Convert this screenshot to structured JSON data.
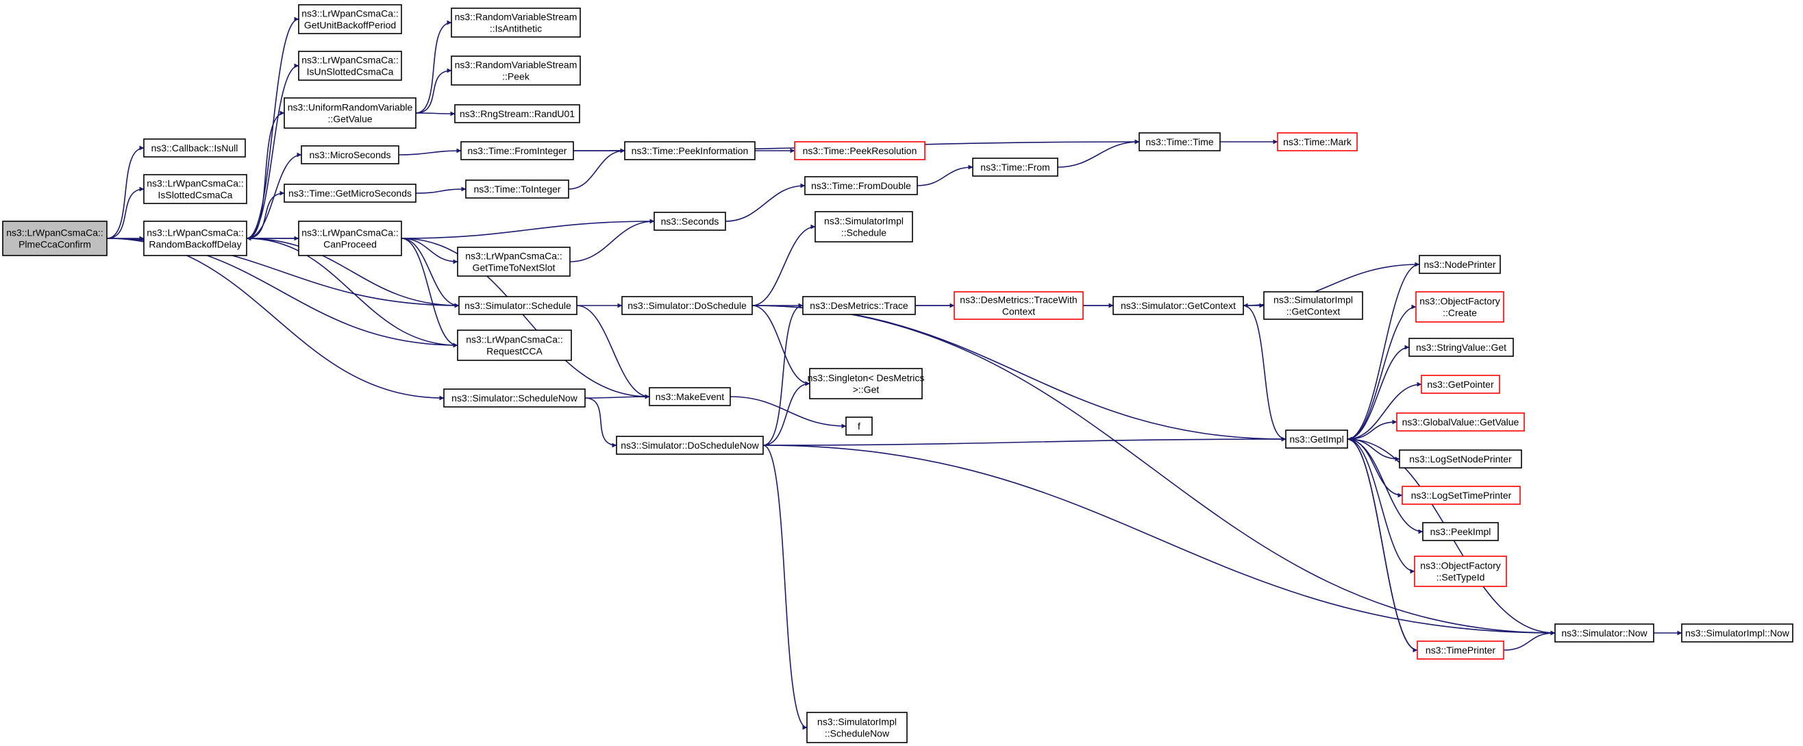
{
  "colors": {
    "edge": "#191970",
    "box_black": "#000000",
    "box_red": "#ff0000",
    "root_fill": "#bfbfbf",
    "node_fill": "#ffffff"
  },
  "nodes": [
    {
      "id": "root",
      "lines": [
        "ns3::LrWpanCsmaCa::",
        "PlmeCcaConfirm"
      ],
      "style": "root"
    },
    {
      "id": "isnull",
      "lines": [
        "ns3::Callback::IsNull"
      ],
      "style": "black"
    },
    {
      "id": "isslotted",
      "lines": [
        "ns3::LrWpanCsmaCa::",
        "IsSlottedCsmaCa"
      ],
      "style": "black"
    },
    {
      "id": "rbd",
      "lines": [
        "ns3::LrWpanCsmaCa::",
        "RandomBackoffDelay"
      ],
      "style": "black"
    },
    {
      "id": "unitbackoff",
      "lines": [
        "ns3::LrWpanCsmaCa::",
        "GetUnitBackoffPeriod"
      ],
      "style": "black"
    },
    {
      "id": "isunslotted",
      "lines": [
        "ns3::LrWpanCsmaCa::",
        "IsUnSlottedCsmaCa"
      ],
      "style": "black"
    },
    {
      "id": "urv",
      "lines": [
        "ns3::UniformRandomVariable",
        "::GetValue"
      ],
      "style": "black"
    },
    {
      "id": "microsec",
      "lines": [
        "ns3::MicroSeconds"
      ],
      "style": "black"
    },
    {
      "id": "getmicro",
      "lines": [
        "ns3::Time::GetMicroSeconds"
      ],
      "style": "black"
    },
    {
      "id": "canproceed",
      "lines": [
        "ns3::LrWpanCsmaCa::",
        "CanProceed"
      ],
      "style": "black"
    },
    {
      "id": "isanti",
      "lines": [
        "ns3::RandomVariableStream",
        "::IsAntithetic"
      ],
      "style": "black"
    },
    {
      "id": "peek",
      "lines": [
        "ns3::RandomVariableStream",
        "::Peek"
      ],
      "style": "black"
    },
    {
      "id": "randu01",
      "lines": [
        "ns3::RngStream::RandU01"
      ],
      "style": "black"
    },
    {
      "id": "fromint",
      "lines": [
        "ns3::Time::FromInteger"
      ],
      "style": "black"
    },
    {
      "id": "toint",
      "lines": [
        "ns3::Time::ToInteger"
      ],
      "style": "black"
    },
    {
      "id": "peekinfo",
      "lines": [
        "ns3::Time::PeekInformation"
      ],
      "style": "black"
    },
    {
      "id": "peekres",
      "lines": [
        "ns3::Time::PeekResolution"
      ],
      "style": "red"
    },
    {
      "id": "timetime",
      "lines": [
        "ns3::Time::Time"
      ],
      "style": "black"
    },
    {
      "id": "timemark",
      "lines": [
        "ns3::Time::Mark"
      ],
      "style": "red"
    },
    {
      "id": "timefrom",
      "lines": [
        "ns3::Time::From"
      ],
      "style": "black"
    },
    {
      "id": "fromdouble",
      "lines": [
        "ns3::Time::FromDouble"
      ],
      "style": "black"
    },
    {
      "id": "seconds",
      "lines": [
        "ns3::Seconds"
      ],
      "style": "black"
    },
    {
      "id": "nextslot",
      "lines": [
        "ns3::LrWpanCsmaCa::",
        "GetTimeToNextSlot"
      ],
      "style": "black"
    },
    {
      "id": "schedule",
      "lines": [
        "ns3::Simulator::Schedule"
      ],
      "style": "black"
    },
    {
      "id": "requestcca",
      "lines": [
        "ns3::LrWpanCsmaCa::",
        "RequestCCA"
      ],
      "style": "black"
    },
    {
      "id": "schednow",
      "lines": [
        "ns3::Simulator::ScheduleNow"
      ],
      "style": "black"
    },
    {
      "id": "simimplsched",
      "lines": [
        "ns3::SimulatorImpl",
        "::Schedule"
      ],
      "style": "black"
    },
    {
      "id": "dosched",
      "lines": [
        "ns3::Simulator::DoSchedule"
      ],
      "style": "black"
    },
    {
      "id": "makeevent",
      "lines": [
        "ns3::MakeEvent"
      ],
      "style": "black"
    },
    {
      "id": "doschednow",
      "lines": [
        "ns3::Simulator::DoScheduleNow"
      ],
      "style": "black"
    },
    {
      "id": "dmtrace",
      "lines": [
        "ns3::DesMetrics::Trace"
      ],
      "style": "black"
    },
    {
      "id": "singleton",
      "lines": [
        "ns3::Singleton< DesMetrics",
        ">::Get"
      ],
      "style": "black"
    },
    {
      "id": "ff",
      "lines": [
        "f"
      ],
      "style": "black"
    },
    {
      "id": "tracewctx",
      "lines": [
        "ns3::DesMetrics::TraceWith",
        "Context"
      ],
      "style": "red"
    },
    {
      "id": "getctx",
      "lines": [
        "ns3::Simulator::GetContext"
      ],
      "style": "black"
    },
    {
      "id": "simimplctx",
      "lines": [
        "ns3::SimulatorImpl",
        "::GetContext"
      ],
      "style": "black"
    },
    {
      "id": "getimpl",
      "lines": [
        "ns3::GetImpl"
      ],
      "style": "black"
    },
    {
      "id": "nodeprinter",
      "lines": [
        "ns3::NodePrinter"
      ],
      "style": "black"
    },
    {
      "id": "ofcreate",
      "lines": [
        "ns3::ObjectFactory",
        "::Create"
      ],
      "style": "red"
    },
    {
      "id": "strget",
      "lines": [
        "ns3::StringValue::Get"
      ],
      "style": "black"
    },
    {
      "id": "getpointer",
      "lines": [
        "ns3::GetPointer"
      ],
      "style": "red"
    },
    {
      "id": "gvgetvalue",
      "lines": [
        "ns3::GlobalValue::GetValue"
      ],
      "style": "red"
    },
    {
      "id": "lognode",
      "lines": [
        "ns3::LogSetNodePrinter"
      ],
      "style": "black"
    },
    {
      "id": "logtime",
      "lines": [
        "ns3::LogSetTimePrinter"
      ],
      "style": "red"
    },
    {
      "id": "peekimpl",
      "lines": [
        "ns3::PeekImpl"
      ],
      "style": "black"
    },
    {
      "id": "oftypeid",
      "lines": [
        "ns3::ObjectFactory",
        "::SetTypeId"
      ],
      "style": "red"
    },
    {
      "id": "timeprinter",
      "lines": [
        "ns3::TimePrinter"
      ],
      "style": "red"
    },
    {
      "id": "simnow",
      "lines": [
        "ns3::Simulator::Now"
      ],
      "style": "black"
    },
    {
      "id": "simimplnow",
      "lines": [
        "ns3::SimulatorImpl::Now"
      ],
      "style": "black"
    },
    {
      "id": "simimplschednow",
      "lines": [
        "ns3::SimulatorImpl",
        "::ScheduleNow"
      ],
      "style": "black"
    }
  ],
  "edges": [
    [
      "root",
      "isnull"
    ],
    [
      "root",
      "isslotted"
    ],
    [
      "root",
      "rbd"
    ],
    [
      "root",
      "schedule"
    ],
    [
      "root",
      "requestcca"
    ],
    [
      "root",
      "schednow"
    ],
    [
      "rbd",
      "unitbackoff"
    ],
    [
      "rbd",
      "isunslotted"
    ],
    [
      "rbd",
      "urv"
    ],
    [
      "rbd",
      "microsec"
    ],
    [
      "rbd",
      "getmicro"
    ],
    [
      "rbd",
      "canproceed"
    ],
    [
      "rbd",
      "schedule"
    ],
    [
      "rbd",
      "requestcca"
    ],
    [
      "canproceed",
      "rbd"
    ],
    [
      "canproceed",
      "seconds"
    ],
    [
      "canproceed",
      "nextslot"
    ],
    [
      "canproceed",
      "schedule"
    ],
    [
      "canproceed",
      "requestcca"
    ],
    [
      "canproceed",
      "makeevent"
    ],
    [
      "urv",
      "isanti"
    ],
    [
      "urv",
      "peek"
    ],
    [
      "urv",
      "randu01"
    ],
    [
      "microsec",
      "fromint"
    ],
    [
      "getmicro",
      "toint"
    ],
    [
      "fromint",
      "peekinfo"
    ],
    [
      "fromint",
      "timetime"
    ],
    [
      "toint",
      "peekinfo"
    ],
    [
      "peekinfo",
      "peekres"
    ],
    [
      "timetime",
      "timemark"
    ],
    [
      "timefrom",
      "timetime"
    ],
    [
      "fromdouble",
      "timefrom"
    ],
    [
      "seconds",
      "fromdouble"
    ],
    [
      "nextslot",
      "seconds"
    ],
    [
      "schedule",
      "dosched"
    ],
    [
      "schedule",
      "makeevent"
    ],
    [
      "schednow",
      "makeevent"
    ],
    [
      "schednow",
      "doschednow"
    ],
    [
      "dosched",
      "simimplsched"
    ],
    [
      "dosched",
      "dmtrace"
    ],
    [
      "dosched",
      "singleton"
    ],
    [
      "dosched",
      "getimpl"
    ],
    [
      "dosched",
      "simnow"
    ],
    [
      "makeevent",
      "ff"
    ],
    [
      "doschednow",
      "dmtrace"
    ],
    [
      "doschednow",
      "singleton"
    ],
    [
      "doschednow",
      "getimpl"
    ],
    [
      "doschednow",
      "simimplschednow"
    ],
    [
      "doschednow",
      "simnow"
    ],
    [
      "dmtrace",
      "tracewctx"
    ],
    [
      "dmtrace",
      "getctx"
    ],
    [
      "tracewctx",
      "getctx"
    ],
    [
      "getctx",
      "simimplctx"
    ],
    [
      "getctx",
      "getimpl"
    ],
    [
      "nodeprinter",
      "getctx"
    ],
    [
      "getimpl",
      "nodeprinter"
    ],
    [
      "getimpl",
      "ofcreate"
    ],
    [
      "getimpl",
      "strget"
    ],
    [
      "getimpl",
      "getpointer"
    ],
    [
      "getimpl",
      "gvgetvalue"
    ],
    [
      "getimpl",
      "lognode"
    ],
    [
      "getimpl",
      "logtime"
    ],
    [
      "getimpl",
      "peekimpl"
    ],
    [
      "getimpl",
      "oftypeid"
    ],
    [
      "getimpl",
      "timeprinter"
    ],
    [
      "timeprinter",
      "simnow"
    ],
    [
      "timeprinter",
      "getimpl"
    ],
    [
      "simnow",
      "getimpl"
    ],
    [
      "simnow",
      "simimplnow"
    ]
  ]
}
